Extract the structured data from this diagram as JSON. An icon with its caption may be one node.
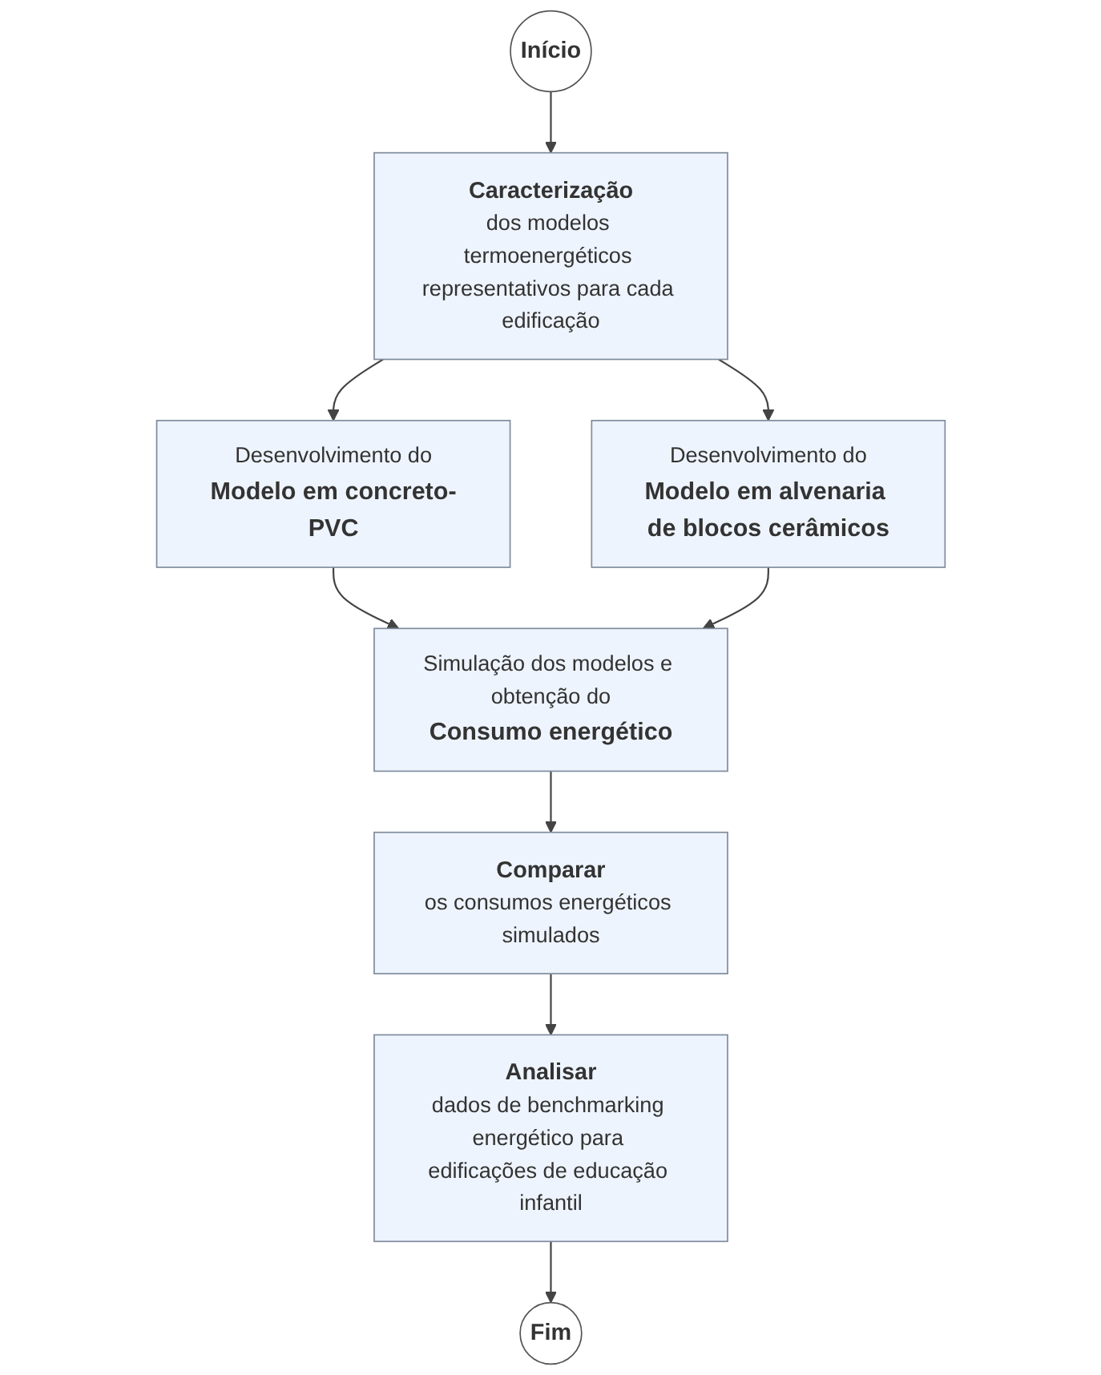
{
  "diagram": {
    "nodes": [
      {
        "text": [
          "Início"
        ]
      },
      {
        "text": [
          "Caracterização",
          "dos modelos termoenergéticos representativos para cada edificação"
        ]
      },
      {
        "text": [
          "Desenvolvimento do",
          "Modelo em concreto-PVC"
        ]
      },
      {
        "text": [
          "Desenvolvimento do",
          "Modelo em alvenaria de blocos cerâmicos"
        ]
      },
      {
        "text": [
          "Simulação dos modelos e obtenção do",
          "Consumo energético"
        ]
      },
      {
        "text": [
          "Comparar",
          "os consumos energéticos simulados"
        ]
      },
      {
        "text": [
          "Analisar",
          "dados de benchmarking energético para edificações de educação infantil"
        ]
      },
      {
        "text": [
          "Fim"
        ]
      }
    ],
    "edges": [
      {
        "from": 0,
        "to": 1,
        "arrow": "to"
      },
      {
        "from": 1,
        "to": 2,
        "arrow": "to"
      },
      {
        "from": 1,
        "to": 3,
        "arrow": "to"
      },
      {
        "from": 2,
        "to": 4,
        "arrow": "to"
      },
      {
        "from": 3,
        "to": 4,
        "arrow": "to"
      },
      {
        "from": 4,
        "to": 5,
        "arrow": "to"
      },
      {
        "from": 5,
        "to": 6,
        "arrow": "to"
      },
      {
        "from": 6,
        "to": 7,
        "arrow": "to"
      }
    ]
  }
}
